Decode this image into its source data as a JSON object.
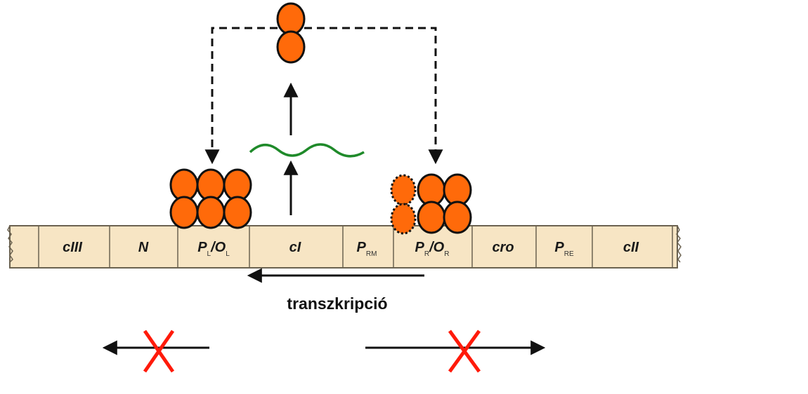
{
  "colors": {
    "dna_fill": "#f7e5c4",
    "dna_stroke": "#6b6250",
    "protein_fill": "#ff6a0a",
    "protein_stroke": "#111111",
    "mrna": "#1f8a2a",
    "cross": "#ff1a0a",
    "arrow": "#111111"
  },
  "dna_segments": [
    {
      "main": "cIII",
      "sub": ""
    },
    {
      "main": "N",
      "sub": ""
    },
    {
      "main": "P",
      "sub": "L",
      "mid": "/O",
      "sub2": "L"
    },
    {
      "main": "cI",
      "sub": ""
    },
    {
      "main": "P",
      "sub": "RM"
    },
    {
      "main": "P",
      "sub": "R",
      "mid": "/O",
      "sub2": "R"
    },
    {
      "main": "cro",
      "sub": ""
    },
    {
      "main": "P",
      "sub": "RE"
    },
    {
      "main": "cII",
      "sub": ""
    },
    {
      "main": "",
      "sub": ""
    }
  ],
  "transcription_label": "transzkripció",
  "icons": {
    "protein": "repressor-dimer-icon",
    "mrna": "mrna-wave-icon",
    "blocked": "blocked-transcription-cross-icon"
  }
}
